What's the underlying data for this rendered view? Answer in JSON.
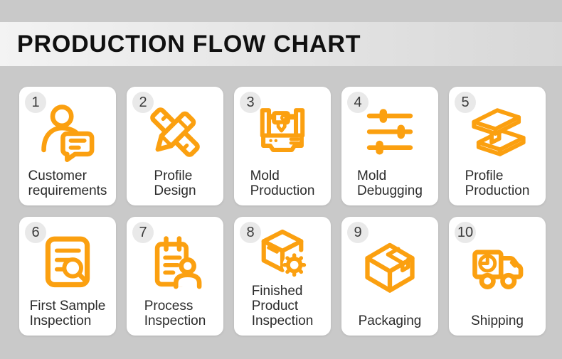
{
  "header": {
    "title": "PRODUCTION FLOW CHART"
  },
  "colors": {
    "accent": "#FBA010",
    "page_bg": "#c9c9c9",
    "header_bg_left": "#f3f3f3",
    "header_bg_right": "#d7d7d7",
    "card_bg": "#ffffff",
    "badge_bg": "#e9e9e9",
    "text": "#2b2b2b",
    "title": "#101010"
  },
  "steps": [
    {
      "number": "1",
      "icon": "customer-requirements-icon",
      "label": "Customer requirements",
      "label_lines": [
        "Customer",
        "requirements"
      ]
    },
    {
      "number": "2",
      "icon": "profile-design-icon",
      "label": "Profile Design",
      "label_lines": [
        "Profile",
        "Design"
      ]
    },
    {
      "number": "3",
      "icon": "mold-production-icon",
      "label": "Mold Production",
      "label_lines": [
        "Mold",
        "Production"
      ]
    },
    {
      "number": "4",
      "icon": "mold-debugging-icon",
      "label": "Mold Debugging",
      "label_lines": [
        "Mold",
        "Debugging"
      ]
    },
    {
      "number": "5",
      "icon": "profile-production-icon",
      "label": "Profile Production",
      "label_lines": [
        "Profile",
        "Production"
      ]
    },
    {
      "number": "6",
      "icon": "first-sample-inspection-icon",
      "label": "First Sample Inspection",
      "label_lines": [
        "First Sample",
        "Inspection"
      ]
    },
    {
      "number": "7",
      "icon": "process-inspection-icon",
      "label": "Process Inspection",
      "label_lines": [
        "Process",
        "Inspection"
      ]
    },
    {
      "number": "8",
      "icon": "finished-product-inspection-icon",
      "label": "Finished Product Inspection",
      "label_lines": [
        "Finished",
        "Product",
        "Inspection"
      ]
    },
    {
      "number": "9",
      "icon": "packaging-icon",
      "label": "Packaging",
      "label_lines": [
        "Packaging"
      ]
    },
    {
      "number": "10",
      "icon": "shipping-icon",
      "label": "Shipping",
      "label_lines": [
        "Shipping"
      ]
    }
  ]
}
